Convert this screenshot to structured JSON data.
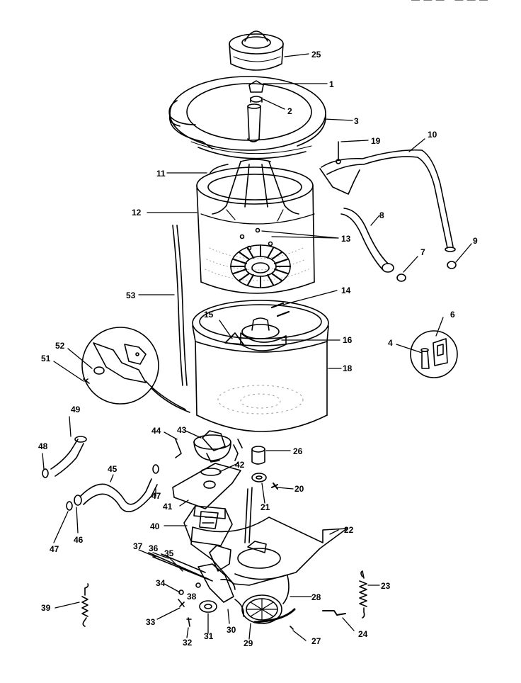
{
  "header_text": "— — — · — — —",
  "colors": {
    "ink": "#000000",
    "paper": "#ffffff",
    "stipple": "#9a9a9a"
  },
  "callouts": [
    "1",
    "2",
    "3",
    "4",
    "6",
    "7",
    "8",
    "9",
    "10",
    "11",
    "12",
    "13",
    "14",
    "15",
    "16",
    "18",
    "19",
    "20",
    "21",
    "22",
    "23",
    "24",
    "25",
    "26",
    "27",
    "28",
    "29",
    "30",
    "31",
    "32",
    "33",
    "34",
    "35",
    "36",
    "37",
    "38",
    "39",
    "40",
    "41",
    "42",
    "43",
    "44",
    "45",
    "46",
    "47",
    "48",
    "49",
    "51",
    "52",
    "53"
  ]
}
